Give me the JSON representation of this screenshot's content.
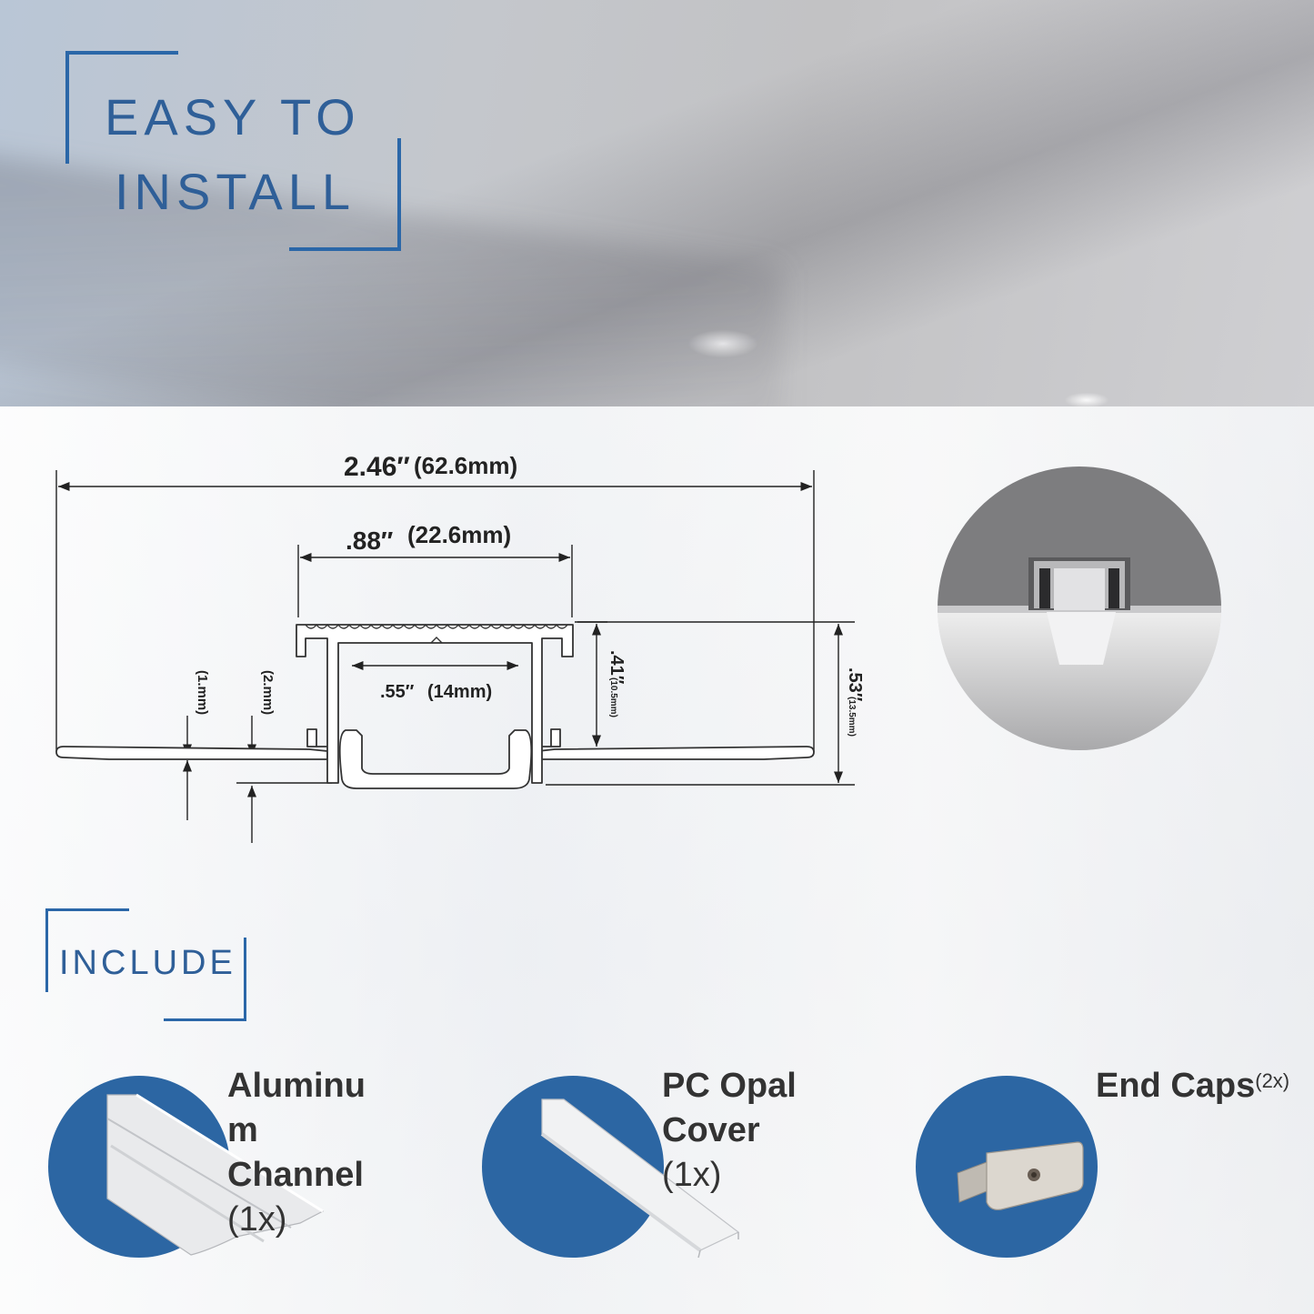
{
  "header": {
    "title_line1": "EASY TO",
    "title_line2": "INSTALL"
  },
  "dimensions": {
    "overall_width": "2.46″",
    "overall_width_mm": "(62.6mm)",
    "top_width": ".88″",
    "top_width_mm": "(22.6mm)",
    "inner_width": ".55″",
    "inner_width_mm": "(14mm)",
    "inner_height": ".41″",
    "inner_height_mm": "(10.5mm)",
    "total_height": ".53″",
    "total_height_mm": "(13.5mm)",
    "flange_thickness": "(1.mm)",
    "base_thickness": "(2.mm)"
  },
  "include": {
    "title": "INCLUDE",
    "items": [
      {
        "name_lines": [
          "Aluminu",
          "m",
          "Channel"
        ],
        "qty": "(1x)"
      },
      {
        "name_lines": [
          "PC Opal",
          "Cover"
        ],
        "qty": "(1x)"
      },
      {
        "name_lines": [
          "End Caps"
        ],
        "qty": "(2x)"
      }
    ]
  },
  "colors": {
    "accent": "#2c66a3",
    "title_text": "#2f5f98",
    "label_text": "#333333"
  }
}
